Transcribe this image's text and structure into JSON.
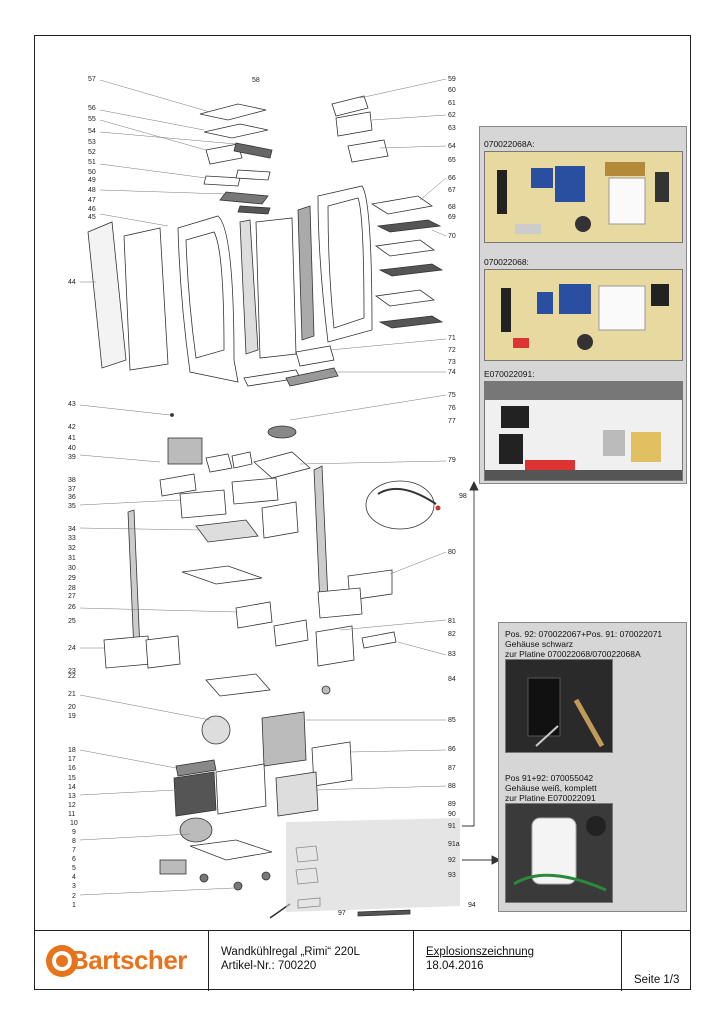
{
  "part_numbers": {
    "left": [
      "57",
      "58",
      "56",
      "55",
      "54",
      "53",
      "52",
      "51",
      "50",
      "49",
      "48",
      "47",
      "46",
      "45",
      "44",
      "43",
      "42",
      "41",
      "40",
      "39",
      "38",
      "37",
      "36",
      "35",
      "34",
      "33",
      "32",
      "31",
      "30",
      "29",
      "28",
      "27",
      "26",
      "25",
      "24",
      "23",
      "22",
      "21",
      "20",
      "19",
      "18",
      "17",
      "16",
      "15",
      "14",
      "13",
      "12",
      "11",
      "10",
      "9",
      "8",
      "7",
      "6",
      "5",
      "4",
      "3",
      "2",
      "1"
    ],
    "right": [
      "59",
      "60",
      "61",
      "62",
      "63",
      "64",
      "65",
      "66",
      "67",
      "68",
      "69",
      "70",
      "71",
      "72",
      "73",
      "74",
      "75",
      "76",
      "77",
      "79",
      "98",
      "80",
      "81",
      "82",
      "83",
      "84",
      "85",
      "86",
      "87",
      "88",
      "89",
      "90",
      "91",
      "91a",
      "92",
      "93",
      "94",
      "97"
    ]
  },
  "panel_top": {
    "captions": [
      "070022068A:",
      "070022068:",
      "E070022091:"
    ]
  },
  "panel_bottom": {
    "caption1_lines": [
      "Pos. 92: 070022067+Pos. 91: 070022071",
      "Gehäuse schwarz",
      "zur Platine 070022068/070022068A"
    ],
    "caption2_lines": [
      "Pos 91+92: 070055042",
      "Gehäuse weiß, komplett",
      "zur Platine E070022091"
    ]
  },
  "footer": {
    "logo_text": "Bartscher",
    "product_line1": "Wandkühlregal „Rimi“ 220L",
    "product_line2": "Artikel-Nr.: 700220",
    "doc_title": "Explosionszeichnung",
    "doc_date": "18.04.2016",
    "page": "Seite 1/3"
  },
  "colors": {
    "logo_orange": "#e8731c",
    "panel_gray": "#d6d6d6",
    "pcb_yellow": "#e8d9a0"
  }
}
